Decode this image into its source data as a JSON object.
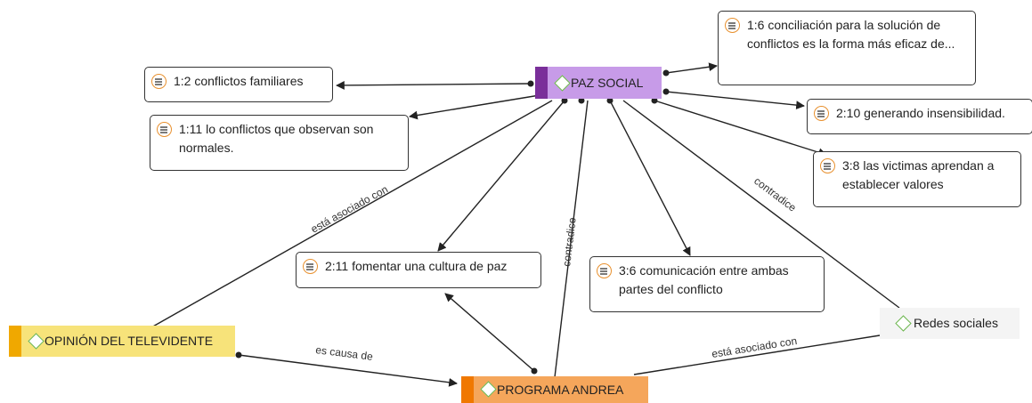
{
  "nodes": {
    "paz_social": "PAZ SOCIAL",
    "opinion": "OPINIÓN DEL TELEVIDENTE",
    "programa": "PROGRAMA ANDREA",
    "redes": "Redes sociales"
  },
  "quotes": {
    "q1_6": "1:6 conciliación para la solución de conflictos es la forma más eficaz de...",
    "q1_2": "1:2 conflictos familiares",
    "q1_11": "1:11 lo conflictos que observan son normales.",
    "q2_10": "2:10 generando insensibilidad.",
    "q3_8": "3:8 las victimas aprendan a establecer valores",
    "q2_11": "2:11 fomentar una cultura de paz",
    "q3_6": "3:6 comunicación entre ambas partes del conflicto"
  },
  "relations": {
    "esta_asociado_con": "está asociado con",
    "contradice": "contradice",
    "es_causa_de": "es causa de"
  },
  "colors": {
    "paz_social_bg": "#c79be8",
    "paz_social_bar": "#7a2f9a",
    "opinion_bg": "#f7e37a",
    "opinion_bar": "#f0a800",
    "programa_bg": "#f5a65b",
    "programa_bar": "#f07800",
    "redes_bg": "#f4f4f4",
    "quote_icon": "#e8902e",
    "code_diamond": "#6cb64e"
  }
}
